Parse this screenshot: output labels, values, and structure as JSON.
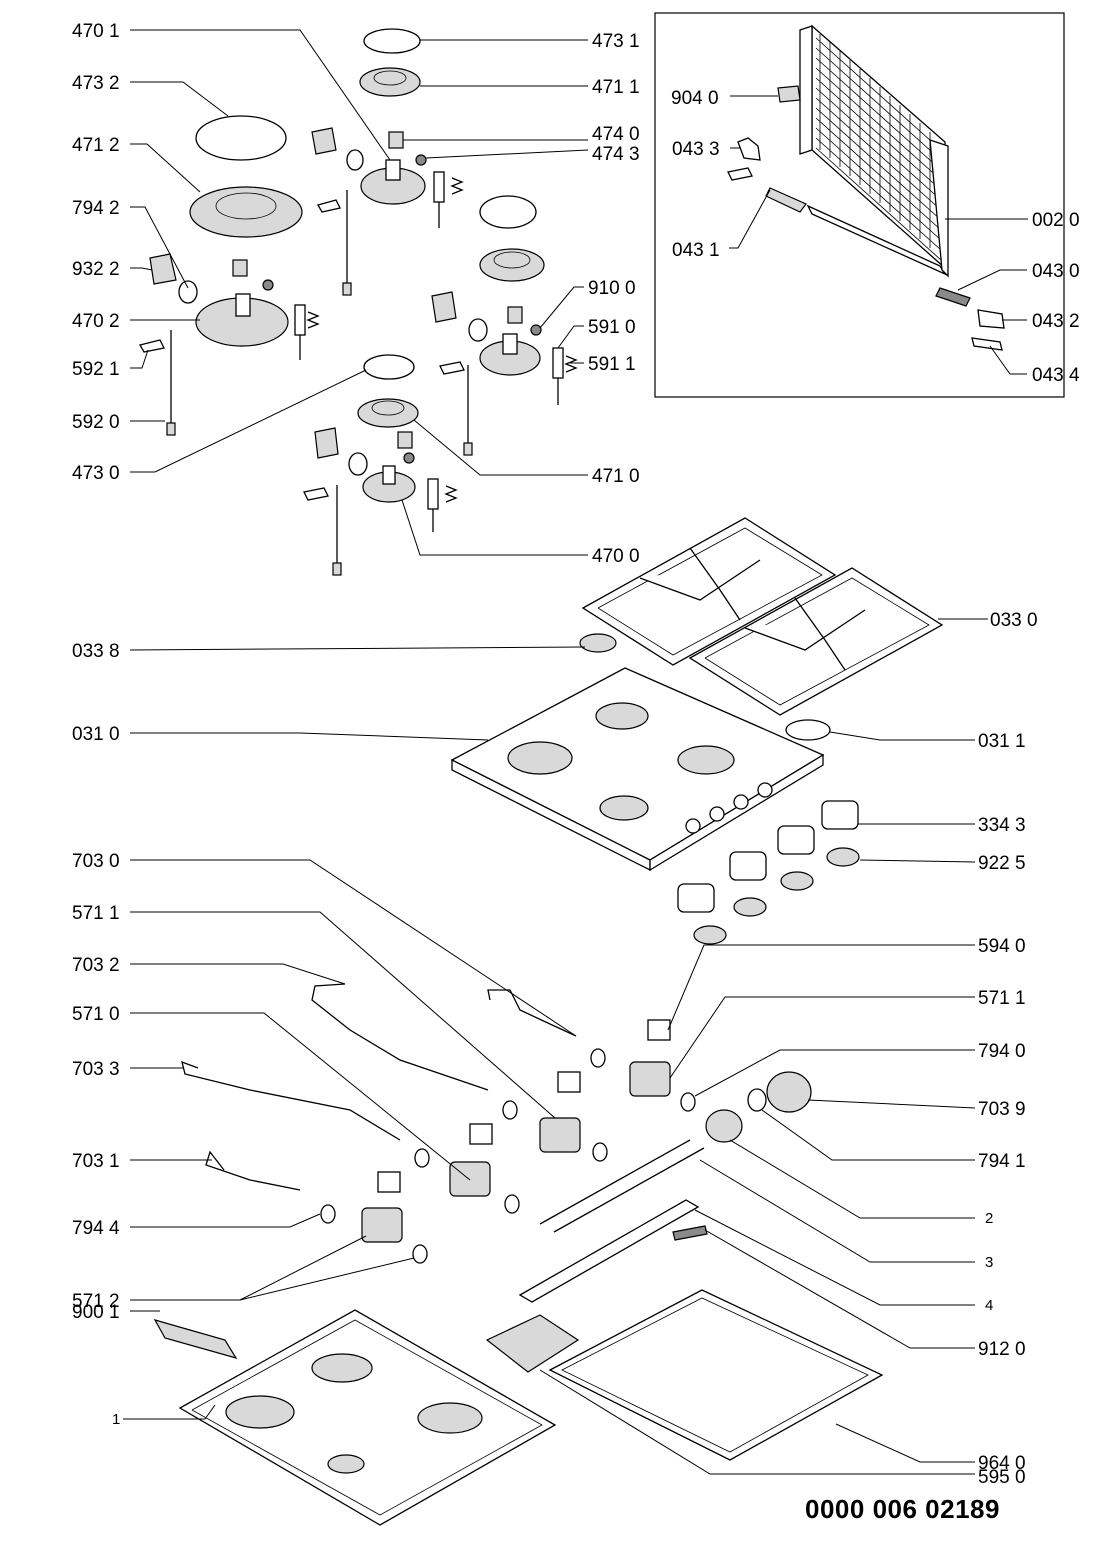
{
  "labels": {
    "l01": "470 1",
    "l02": "473 1",
    "l03": "473 2",
    "l04": "471 1",
    "l05": "474 0",
    "l06": "474 3",
    "l07": "471 2",
    "l08": "794 2",
    "l09": "932 2",
    "l10": "910 0",
    "l11": "470 2",
    "l12": "591 0",
    "l13": "591 1",
    "l14": "592 1",
    "l15": "592 0",
    "l16": "473 0",
    "l17": "471 0",
    "l18": "470 0",
    "l19": "033 0",
    "l20": "033 8",
    "l21": "031 0",
    "l22": "031 1",
    "l23": "334 3",
    "l24": "922 5",
    "l25": "703 0",
    "l26": "594 0",
    "l27": "571 1",
    "l28": "571 1",
    "l29": "703 2",
    "l30": "571 0",
    "l31": "794 0",
    "l32": "703 3",
    "l33": "703 9",
    "l34": "794 1",
    "l35": "703 1",
    "l36": "2",
    "l37": "794 4",
    "l38": "3",
    "l39": "571 2",
    "l40": "4",
    "l41": "900 1",
    "l42": "912 0",
    "l43": "1",
    "l44": "964 0",
    "l45": "595 0"
  },
  "inset_labels": {
    "i1": "904 0",
    "i2": "043 3",
    "i3": "002 0",
    "i4": "043 1",
    "i5": "043 0",
    "i6": "043 2",
    "i7": "043 4"
  },
  "document_number": "0000 006 02189"
}
